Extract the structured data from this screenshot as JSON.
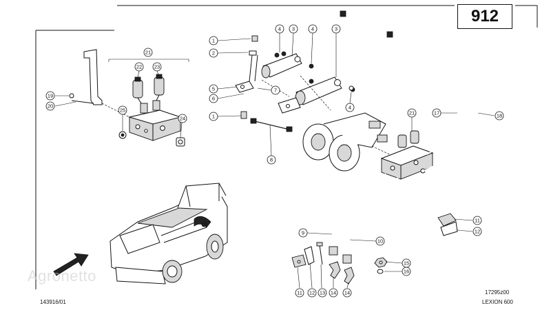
{
  "page_number": "912",
  "drawing_ref": "17295z00",
  "model": "LEXION 600",
  "doc_number": "143916/01",
  "watermark": "Agronetto",
  "callouts": [
    "1",
    "2",
    "3",
    "4",
    "4",
    "3",
    "4",
    "5",
    "6",
    "7",
    "8",
    "1",
    "19",
    "20",
    "21",
    "22",
    "23",
    "25",
    "24",
    "21",
    "17",
    "18",
    "9",
    "10",
    "11",
    "12",
    "13",
    "14",
    "14",
    "15",
    "16",
    "11",
    "12",
    "4"
  ]
}
